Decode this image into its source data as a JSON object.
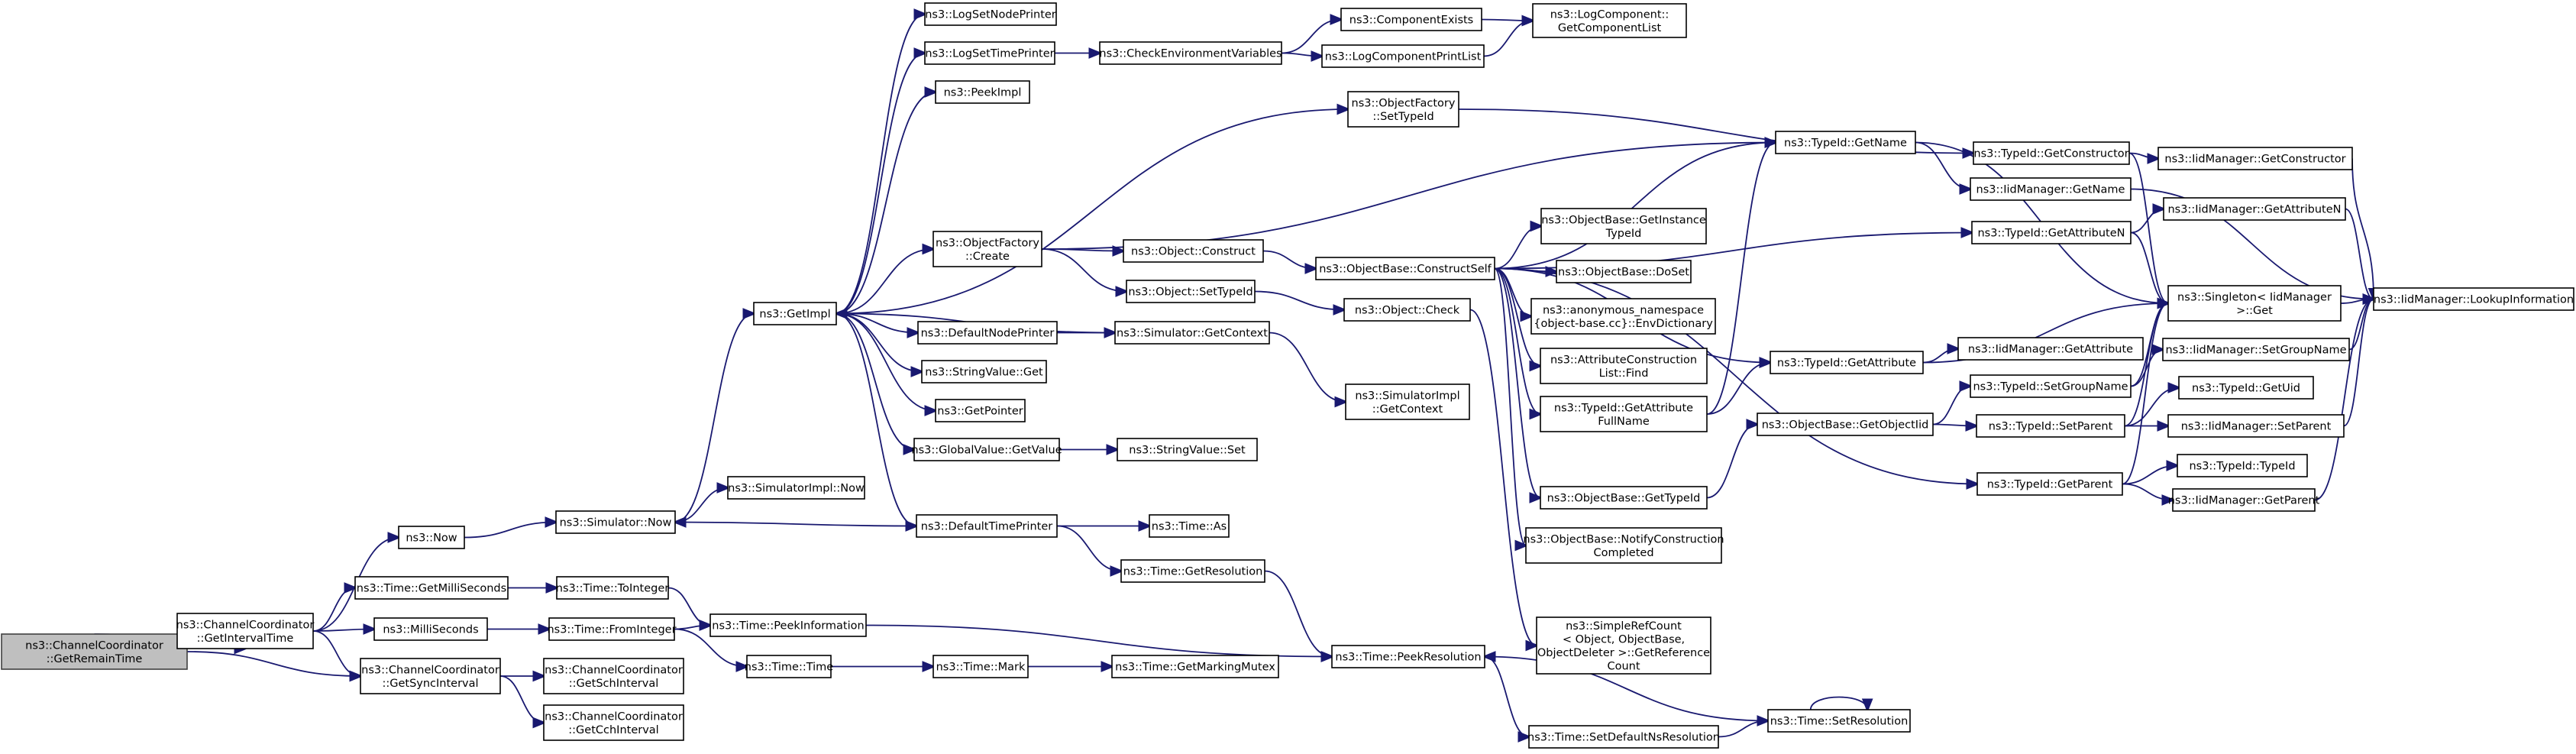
{
  "diagram": {
    "edge_color": "#191970",
    "root_fill": "#bfbfbf",
    "nodes": [
      {
        "id": "n0",
        "label": "ns3::ChannelCoordinator\n::GetRemainTime",
        "root": true
      },
      {
        "id": "n1",
        "label": "ns3::ChannelCoordinator\n::GetIntervalTime"
      },
      {
        "id": "n2",
        "label": "ns3::ChannelCoordinator\n::GetSyncInterval"
      },
      {
        "id": "n3",
        "label": "ns3::Now"
      },
      {
        "id": "n4",
        "label": "ns3::Time::GetMilliSeconds"
      },
      {
        "id": "n5",
        "label": "ns3::MilliSeconds"
      },
      {
        "id": "n6",
        "label": "ns3::ChannelCoordinator\n::GetSchInterval"
      },
      {
        "id": "n7",
        "label": "ns3::ChannelCoordinator\n::GetCchInterval"
      },
      {
        "id": "n8",
        "label": "ns3::Simulator::Now"
      },
      {
        "id": "n9",
        "label": "ns3::Time::ToInteger"
      },
      {
        "id": "n10",
        "label": "ns3::Time::FromInteger"
      },
      {
        "id": "n11",
        "label": "ns3::GetImpl"
      },
      {
        "id": "n12",
        "label": "ns3::SimulatorImpl::Now"
      },
      {
        "id": "n13",
        "label": "ns3::Time::PeekInformation"
      },
      {
        "id": "n14",
        "label": "ns3::Time::Time"
      },
      {
        "id": "n15",
        "label": "ns3::LogSetNodePrinter"
      },
      {
        "id": "n16",
        "label": "ns3::LogSetTimePrinter"
      },
      {
        "id": "n17",
        "label": "ns3::PeekImpl"
      },
      {
        "id": "n18",
        "label": "ns3::ObjectFactory\n::Create"
      },
      {
        "id": "n19",
        "label": "ns3::DefaultNodePrinter"
      },
      {
        "id": "n20",
        "label": "ns3::StringValue::Get"
      },
      {
        "id": "n21",
        "label": "ns3::GetPointer"
      },
      {
        "id": "n22",
        "label": "ns3::GlobalValue::GetValue"
      },
      {
        "id": "n23",
        "label": "ns3::DefaultTimePrinter"
      },
      {
        "id": "n24",
        "label": "ns3::Time::Mark"
      },
      {
        "id": "n25",
        "label": "ns3::CheckEnvironmentVariables"
      },
      {
        "id": "n26",
        "label": "ns3::Object::Construct"
      },
      {
        "id": "n27",
        "label": "ns3::Object::SetTypeId"
      },
      {
        "id": "n28",
        "label": "ns3::Simulator::GetContext"
      },
      {
        "id": "n29",
        "label": "ns3::StringValue::Set"
      },
      {
        "id": "n30",
        "label": "ns3::Time::As"
      },
      {
        "id": "n31",
        "label": "ns3::Time::GetResolution"
      },
      {
        "id": "n32",
        "label": "ns3::Time::GetMarkingMutex"
      },
      {
        "id": "n33",
        "label": "ns3::ComponentExists"
      },
      {
        "id": "n34",
        "label": "ns3::LogComponentPrintList"
      },
      {
        "id": "n35",
        "label": "ns3::ObjectFactory\n::SetTypeId"
      },
      {
        "id": "n36",
        "label": "ns3::ObjectBase::ConstructSelf"
      },
      {
        "id": "n37",
        "label": "ns3::Object::Check"
      },
      {
        "id": "n38",
        "label": "ns3::SimulatorImpl\n::GetContext"
      },
      {
        "id": "n39",
        "label": "ns3::Time::PeekResolution"
      },
      {
        "id": "n40",
        "label": "ns3::LogComponent::\nGetComponentList"
      },
      {
        "id": "n41",
        "label": "ns3::ObjectBase::GetInstance\nTypeId"
      },
      {
        "id": "n42",
        "label": "ns3::ObjectBase::DoSet"
      },
      {
        "id": "n43",
        "label": "ns3::anonymous_namespace\n{object-base.cc}::EnvDictionary"
      },
      {
        "id": "n44",
        "label": "ns3::AttributeConstruction\nList::Find"
      },
      {
        "id": "n45",
        "label": "ns3::TypeId::GetAttribute\nFullName"
      },
      {
        "id": "n46",
        "label": "ns3::ObjectBase::GetTypeId"
      },
      {
        "id": "n47",
        "label": "ns3::ObjectBase::NotifyConstruction\nCompleted"
      },
      {
        "id": "n48",
        "label": "ns3::SimpleRefCount\n< Object, ObjectBase,\nObjectDeleter >::GetReference\nCount"
      },
      {
        "id": "n49",
        "label": "ns3::Time::SetDefaultNsResolution"
      },
      {
        "id": "n50",
        "label": "ns3::TypeId::GetName"
      },
      {
        "id": "n51",
        "label": "ns3::TypeId::GetAttribute"
      },
      {
        "id": "n52",
        "label": "ns3::ObjectBase::GetObjectIid"
      },
      {
        "id": "n53",
        "label": "ns3::Time::SetResolution"
      },
      {
        "id": "n54",
        "label": "ns3::TypeId::GetConstructor"
      },
      {
        "id": "n55",
        "label": "ns3::IidManager::GetName"
      },
      {
        "id": "n56",
        "label": "ns3::TypeId::GetAttributeN"
      },
      {
        "id": "n57",
        "label": "ns3::IidManager::GetAttribute"
      },
      {
        "id": "n58",
        "label": "ns3::TypeId::SetGroupName"
      },
      {
        "id": "n59",
        "label": "ns3::TypeId::SetParent"
      },
      {
        "id": "n60",
        "label": "ns3::TypeId::GetParent"
      },
      {
        "id": "n61",
        "label": "ns3::IidManager::GetConstructor"
      },
      {
        "id": "n62",
        "label": "ns3::IidManager::GetAttributeN"
      },
      {
        "id": "n63",
        "label": "ns3::Singleton< IidManager\n>::Get"
      },
      {
        "id": "n64",
        "label": "ns3::IidManager::SetGroupName"
      },
      {
        "id": "n65",
        "label": "ns3::TypeId::GetUid"
      },
      {
        "id": "n66",
        "label": "ns3::IidManager::SetParent"
      },
      {
        "id": "n67",
        "label": "ns3::TypeId::TypeId"
      },
      {
        "id": "n68",
        "label": "ns3::IidManager::GetParent"
      },
      {
        "id": "n69",
        "label": "ns3::IidManager::LookupInformation"
      }
    ],
    "edges": [
      [
        "n0",
        "n1"
      ],
      [
        "n0",
        "n2"
      ],
      [
        "n1",
        "n3"
      ],
      [
        "n1",
        "n4"
      ],
      [
        "n1",
        "n5"
      ],
      [
        "n1",
        "n2"
      ],
      [
        "n2",
        "n6"
      ],
      [
        "n2",
        "n7"
      ],
      [
        "n3",
        "n8"
      ],
      [
        "n4",
        "n9"
      ],
      [
        "n5",
        "n10"
      ],
      [
        "n8",
        "n11"
      ],
      [
        "n8",
        "n12"
      ],
      [
        "n9",
        "n13"
      ],
      [
        "n10",
        "n13"
      ],
      [
        "n10",
        "n14"
      ],
      [
        "n11",
        "n15"
      ],
      [
        "n11",
        "n16"
      ],
      [
        "n11",
        "n17"
      ],
      [
        "n11",
        "n18"
      ],
      [
        "n11",
        "n19"
      ],
      [
        "n11",
        "n20"
      ],
      [
        "n11",
        "n21"
      ],
      [
        "n11",
        "n22"
      ],
      [
        "n11",
        "n23"
      ],
      [
        "n11",
        "n35"
      ],
      [
        "n13",
        "n39"
      ],
      [
        "n14",
        "n24"
      ],
      [
        "n16",
        "n25"
      ],
      [
        "n18",
        "n26"
      ],
      [
        "n18",
        "n27"
      ],
      [
        "n18",
        "n50"
      ],
      [
        "n19",
        "n28"
      ],
      [
        "n22",
        "n29"
      ],
      [
        "n23",
        "n8"
      ],
      [
        "n23",
        "n30"
      ],
      [
        "n23",
        "n31"
      ],
      [
        "n24",
        "n32"
      ],
      [
        "n25",
        "n33"
      ],
      [
        "n25",
        "n34"
      ],
      [
        "n26",
        "n36"
      ],
      [
        "n27",
        "n37"
      ],
      [
        "n28",
        "n11"
      ],
      [
        "n28",
        "n38"
      ],
      [
        "n31",
        "n39"
      ],
      [
        "n33",
        "n40"
      ],
      [
        "n34",
        "n40"
      ],
      [
        "n35",
        "n54"
      ],
      [
        "n36",
        "n41"
      ],
      [
        "n36",
        "n42"
      ],
      [
        "n36",
        "n43"
      ],
      [
        "n36",
        "n44"
      ],
      [
        "n36",
        "n45"
      ],
      [
        "n36",
        "n46"
      ],
      [
        "n36",
        "n47"
      ],
      [
        "n36",
        "n50"
      ],
      [
        "n36",
        "n56"
      ],
      [
        "n36",
        "n51"
      ],
      [
        "n36",
        "n60"
      ],
      [
        "n37",
        "n48"
      ],
      [
        "n39",
        "n49"
      ],
      [
        "n45",
        "n50"
      ],
      [
        "n45",
        "n51"
      ],
      [
        "n46",
        "n52"
      ],
      [
        "n49",
        "n53"
      ],
      [
        "n53",
        "n39"
      ],
      [
        "n53",
        "n53"
      ],
      [
        "n50",
        "n55"
      ],
      [
        "n50",
        "n63"
      ],
      [
        "n51",
        "n57"
      ],
      [
        "n51",
        "n63"
      ],
      [
        "n52",
        "n58"
      ],
      [
        "n52",
        "n59"
      ],
      [
        "n54",
        "n61"
      ],
      [
        "n54",
        "n63"
      ],
      [
        "n55",
        "n69"
      ],
      [
        "n56",
        "n62"
      ],
      [
        "n56",
        "n63"
      ],
      [
        "n58",
        "n64"
      ],
      [
        "n58",
        "n63"
      ],
      [
        "n59",
        "n65"
      ],
      [
        "n59",
        "n66"
      ],
      [
        "n59",
        "n63"
      ],
      [
        "n60",
        "n67"
      ],
      [
        "n60",
        "n68"
      ],
      [
        "n60",
        "n63"
      ],
      [
        "n61",
        "n69"
      ],
      [
        "n62",
        "n69"
      ],
      [
        "n63",
        "n69"
      ],
      [
        "n64",
        "n69"
      ],
      [
        "n66",
        "n69"
      ],
      [
        "n68",
        "n69"
      ]
    ]
  }
}
